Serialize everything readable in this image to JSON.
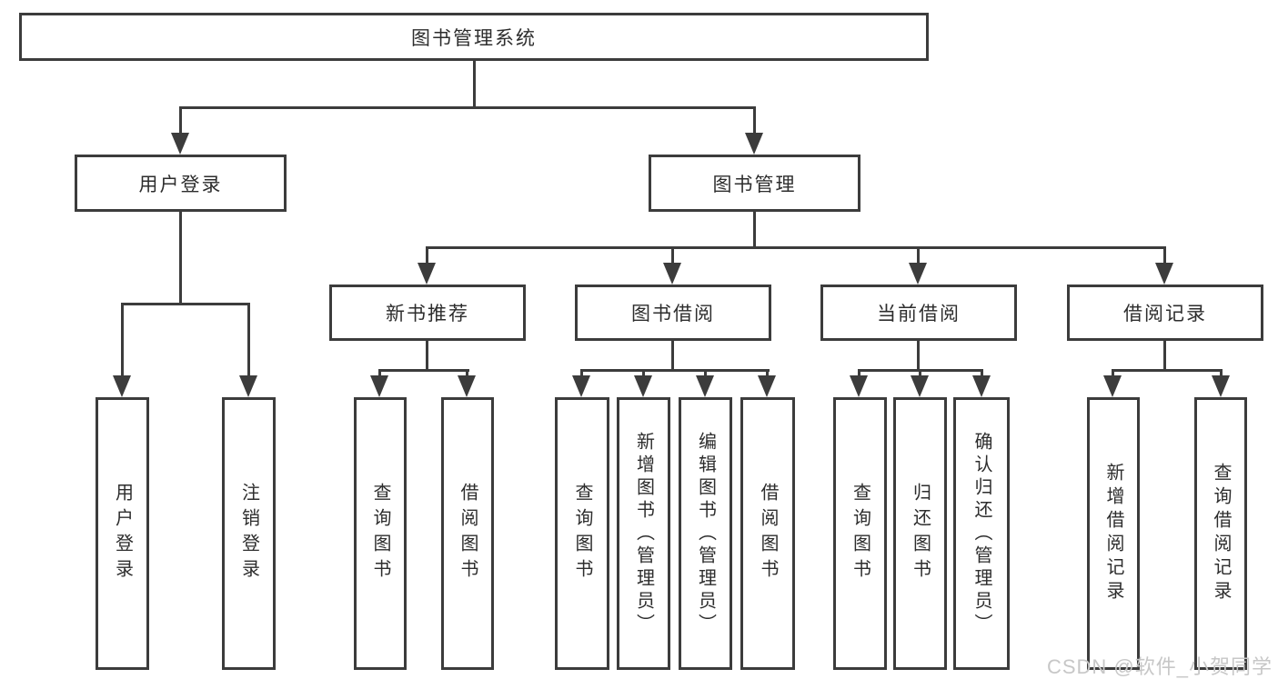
{
  "diagram": {
    "title": "图书管理系统",
    "type": "hierarchy-tree",
    "tree": {
      "label": "图书管理系统",
      "children": [
        {
          "label": "用户登录",
          "children": [
            {
              "label": "用户登录"
            },
            {
              "label": "注销登录"
            }
          ]
        },
        {
          "label": "图书管理",
          "children": [
            {
              "label": "新书推荐",
              "children": [
                {
                  "label": "查询图书"
                },
                {
                  "label": "借阅图书"
                }
              ]
            },
            {
              "label": "图书借阅",
              "children": [
                {
                  "label": "查询图书"
                },
                {
                  "label": "新增图书（管理员）"
                },
                {
                  "label": "编辑图书（管理员）"
                },
                {
                  "label": "借阅图书"
                }
              ]
            },
            {
              "label": "当前借阅",
              "children": [
                {
                  "label": "查询图书"
                },
                {
                  "label": "归还图书"
                },
                {
                  "label": "确认归还（管理员）"
                }
              ]
            },
            {
              "label": "借阅记录",
              "children": [
                {
                  "label": "新增借阅记录"
                },
                {
                  "label": "查询借阅记录"
                }
              ]
            }
          ]
        }
      ]
    }
  },
  "watermark": {
    "text": "CSDN @软件_小贺同学"
  },
  "colors": {
    "line": "#3c3c3c",
    "text": "#2d2d2d",
    "background": "#ffffff",
    "watermark": "#c7c7c7"
  }
}
